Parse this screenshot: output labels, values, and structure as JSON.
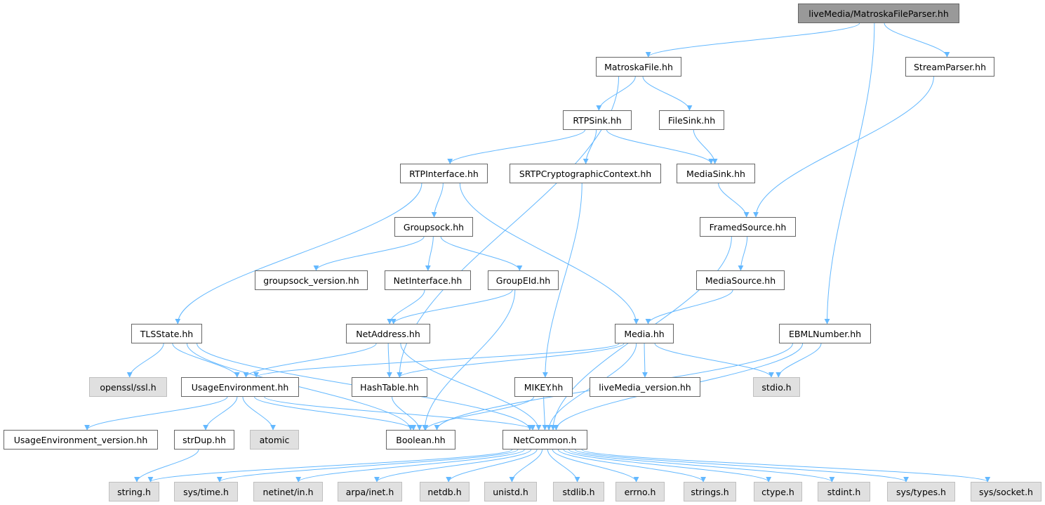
{
  "colors": {
    "edge": "#63b8ff",
    "root_fill": "#999999",
    "system_fill": "#e0e0e0"
  },
  "nodes": [
    {
      "id": "root",
      "label": "liveMedia/MatroskaFileParser.hh",
      "kind": "root"
    },
    {
      "id": "matroskafile",
      "label": "MatroskaFile.hh",
      "kind": "file"
    },
    {
      "id": "streamparser",
      "label": "StreamParser.hh",
      "kind": "file"
    },
    {
      "id": "rtpsink",
      "label": "RTPSink.hh",
      "kind": "file"
    },
    {
      "id": "filesink",
      "label": "FileSink.hh",
      "kind": "file"
    },
    {
      "id": "rtpinterface",
      "label": "RTPInterface.hh",
      "kind": "file"
    },
    {
      "id": "srtp",
      "label": "SRTPCryptographicContext.hh",
      "kind": "file"
    },
    {
      "id": "mediasink",
      "label": "MediaSink.hh",
      "kind": "file"
    },
    {
      "id": "groupsock",
      "label": "Groupsock.hh",
      "kind": "file"
    },
    {
      "id": "framedsource",
      "label": "FramedSource.hh",
      "kind": "file"
    },
    {
      "id": "groupsockver",
      "label": "groupsock_version.hh",
      "kind": "file"
    },
    {
      "id": "netinterface",
      "label": "NetInterface.hh",
      "kind": "file"
    },
    {
      "id": "groupeid",
      "label": "GroupEId.hh",
      "kind": "file"
    },
    {
      "id": "mediasource",
      "label": "MediaSource.hh",
      "kind": "file"
    },
    {
      "id": "tlsstate",
      "label": "TLSState.hh",
      "kind": "file"
    },
    {
      "id": "netaddress",
      "label": "NetAddress.hh",
      "kind": "file"
    },
    {
      "id": "media",
      "label": "Media.hh",
      "kind": "file"
    },
    {
      "id": "ebml",
      "label": "EBMLNumber.hh",
      "kind": "file"
    },
    {
      "id": "openssl",
      "label": "openssl/ssl.h",
      "kind": "system"
    },
    {
      "id": "usageenv",
      "label": "UsageEnvironment.hh",
      "kind": "file"
    },
    {
      "id": "hashtable",
      "label": "HashTable.hh",
      "kind": "file"
    },
    {
      "id": "mikey",
      "label": "MIKEY.hh",
      "kind": "file"
    },
    {
      "id": "livemediaver",
      "label": "liveMedia_version.hh",
      "kind": "file"
    },
    {
      "id": "stdio",
      "label": "stdio.h",
      "kind": "system"
    },
    {
      "id": "usageenvver",
      "label": "UsageEnvironment_version.hh",
      "kind": "file"
    },
    {
      "id": "strdup",
      "label": "strDup.hh",
      "kind": "file"
    },
    {
      "id": "atomic",
      "label": "atomic",
      "kind": "system"
    },
    {
      "id": "boolean",
      "label": "Boolean.hh",
      "kind": "file"
    },
    {
      "id": "netcommon",
      "label": "NetCommon.h",
      "kind": "file"
    },
    {
      "id": "string",
      "label": "string.h",
      "kind": "system"
    },
    {
      "id": "systime",
      "label": "sys/time.h",
      "kind": "system"
    },
    {
      "id": "netinetin",
      "label": "netinet/in.h",
      "kind": "system"
    },
    {
      "id": "arpainet",
      "label": "arpa/inet.h",
      "kind": "system"
    },
    {
      "id": "netdb",
      "label": "netdb.h",
      "kind": "system"
    },
    {
      "id": "unistd",
      "label": "unistd.h",
      "kind": "system"
    },
    {
      "id": "stdlib",
      "label": "stdlib.h",
      "kind": "system"
    },
    {
      "id": "errno",
      "label": "errno.h",
      "kind": "system"
    },
    {
      "id": "strings",
      "label": "strings.h",
      "kind": "system"
    },
    {
      "id": "ctype",
      "label": "ctype.h",
      "kind": "system"
    },
    {
      "id": "stdint",
      "label": "stdint.h",
      "kind": "system"
    },
    {
      "id": "systypes",
      "label": "sys/types.h",
      "kind": "system"
    },
    {
      "id": "syssocket",
      "label": "sys/socket.h",
      "kind": "system"
    }
  ],
  "edges": [
    [
      "root",
      "matroskafile"
    ],
    [
      "root",
      "streamparser"
    ],
    [
      "root",
      "ebml"
    ],
    [
      "matroskafile",
      "rtpsink"
    ],
    [
      "matroskafile",
      "filesink"
    ],
    [
      "matroskafile",
      "hashtable"
    ],
    [
      "streamparser",
      "framedsource"
    ],
    [
      "rtpsink",
      "rtpinterface"
    ],
    [
      "rtpsink",
      "srtp"
    ],
    [
      "rtpsink",
      "mediasink"
    ],
    [
      "filesink",
      "mediasink"
    ],
    [
      "mediasink",
      "framedsource"
    ],
    [
      "rtpinterface",
      "groupsock"
    ],
    [
      "rtpinterface",
      "tlsstate"
    ],
    [
      "rtpinterface",
      "media"
    ],
    [
      "srtp",
      "mikey"
    ],
    [
      "groupsock",
      "groupsockver"
    ],
    [
      "groupsock",
      "netinterface"
    ],
    [
      "groupsock",
      "groupeid"
    ],
    [
      "netinterface",
      "netaddress"
    ],
    [
      "groupeid",
      "netaddress"
    ],
    [
      "groupeid",
      "boolean"
    ],
    [
      "framedsource",
      "mediasource"
    ],
    [
      "framedsource",
      "netcommon"
    ],
    [
      "mediasource",
      "media"
    ],
    [
      "tlsstate",
      "openssl"
    ],
    [
      "tlsstate",
      "usageenv"
    ],
    [
      "tlsstate",
      "boolean"
    ],
    [
      "tlsstate",
      "netcommon"
    ],
    [
      "netaddress",
      "usageenv"
    ],
    [
      "netaddress",
      "hashtable"
    ],
    [
      "netaddress",
      "netcommon"
    ],
    [
      "media",
      "usageenv"
    ],
    [
      "media",
      "hashtable"
    ],
    [
      "media",
      "livemediaver"
    ],
    [
      "media",
      "stdio"
    ],
    [
      "media",
      "netcommon"
    ],
    [
      "ebml",
      "stdio"
    ],
    [
      "ebml",
      "boolean"
    ],
    [
      "ebml",
      "netcommon"
    ],
    [
      "usageenv",
      "usageenvver"
    ],
    [
      "usageenv",
      "strdup"
    ],
    [
      "usageenv",
      "atomic"
    ],
    [
      "usageenv",
      "boolean"
    ],
    [
      "usageenv",
      "netcommon"
    ],
    [
      "hashtable",
      "boolean"
    ],
    [
      "mikey",
      "boolean"
    ],
    [
      "mikey",
      "netcommon"
    ],
    [
      "strdup",
      "string"
    ],
    [
      "netcommon",
      "string"
    ],
    [
      "netcommon",
      "systime"
    ],
    [
      "netcommon",
      "netinetin"
    ],
    [
      "netcommon",
      "arpainet"
    ],
    [
      "netcommon",
      "netdb"
    ],
    [
      "netcommon",
      "unistd"
    ],
    [
      "netcommon",
      "stdlib"
    ],
    [
      "netcommon",
      "errno"
    ],
    [
      "netcommon",
      "strings"
    ],
    [
      "netcommon",
      "ctype"
    ],
    [
      "netcommon",
      "stdint"
    ],
    [
      "netcommon",
      "systypes"
    ],
    [
      "netcommon",
      "syssocket"
    ]
  ]
}
